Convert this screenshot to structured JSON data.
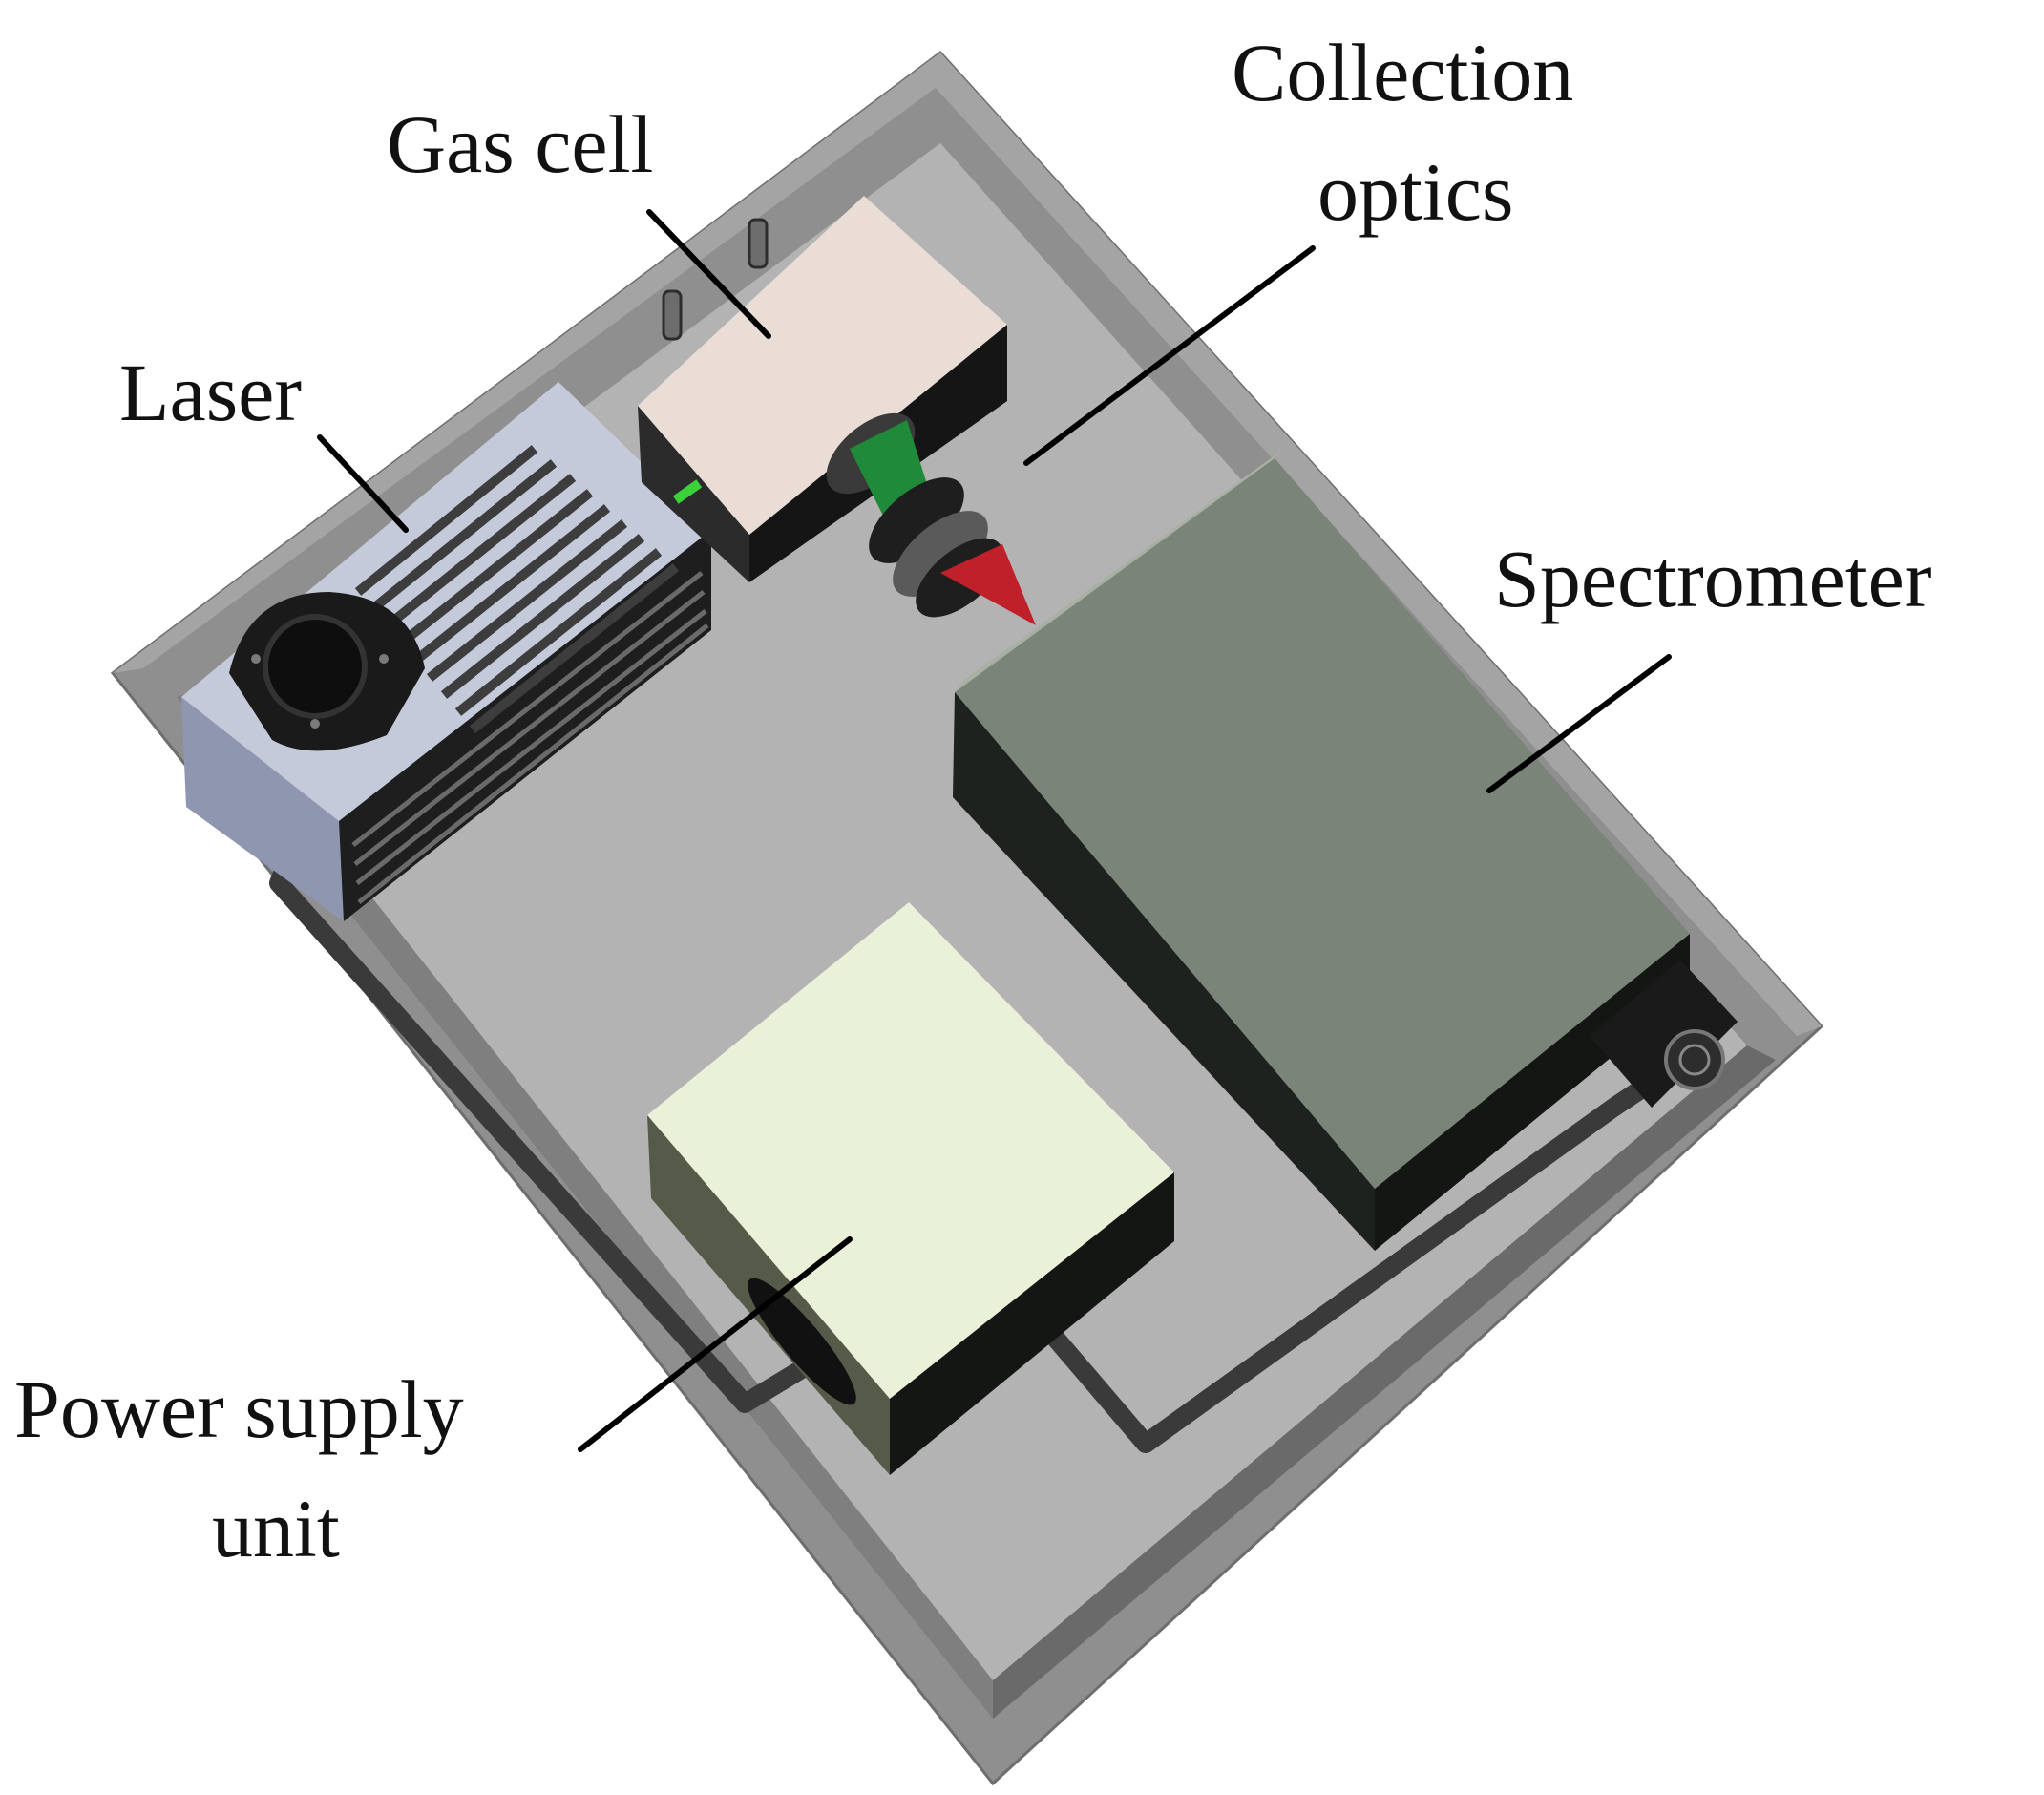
{
  "labels": {
    "gas_cell": "Gas cell",
    "collection_optics_line1": "Collection",
    "collection_optics_line2": "optics",
    "laser": "Laser",
    "spectrometer": "Spectrometer",
    "power_supply_line1": "Power supply",
    "power_supply_line2": "unit"
  },
  "colors": {
    "enclosure_wall": "#8f8f8f",
    "enclosure_floor": "#b3b3b3",
    "gas_cell": "#e9ddd5",
    "laser_body": "#bfc4d6",
    "heatsink": "#2a2a2a",
    "optics_green": "#1f8a3a",
    "optics_red": "#c0202a",
    "spectrometer_top": "#7a8479",
    "power_supply_top": "#eaf1d9",
    "box_side_dark": "#1c1f1c",
    "cable": "#3a3a3a"
  }
}
